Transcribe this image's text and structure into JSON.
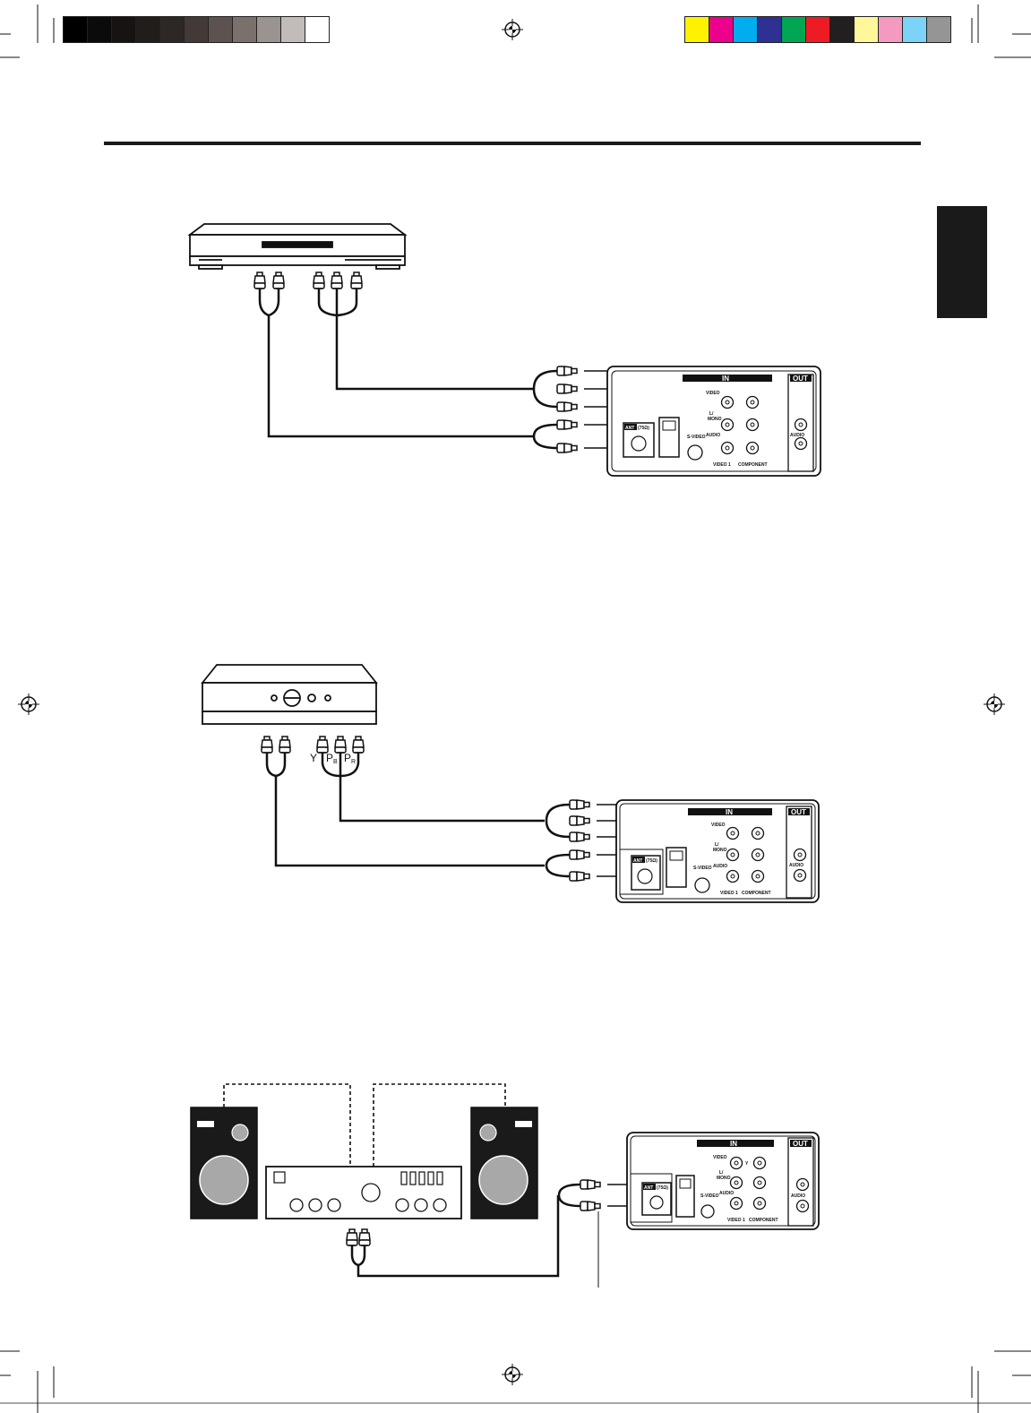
{
  "print_marks": {
    "gray_swatches": [
      "#000000",
      "#0c0b0b",
      "#161312",
      "#211d1b",
      "#2d2725",
      "#433a37",
      "#5c5350",
      "#7a716d",
      "#9b9390",
      "#c1bcb9",
      "#ffffff"
    ],
    "color_swatches": [
      "#fff200",
      "#ec008c",
      "#00aeef",
      "#2e3192",
      "#00a651",
      "#ed1c24",
      "#231f20",
      "#fff799",
      "#f49ac1",
      "#7dd3f7",
      "#959595"
    ]
  },
  "panel_labels": {
    "in": "IN",
    "out": "OUT",
    "ant": "ANT",
    "ant_sub": "(75Ω)",
    "video": "VIDEO",
    "l_mono": "L/",
    "mono": "MONO",
    "audio": "AUDIO",
    "s_video": "S-VIDEO",
    "video1": "VIDEO 1",
    "component": "COMPONENT",
    "out_audio": "AUDIO",
    "y": "Y"
  },
  "component_labels": {
    "y": "Y",
    "pb": "P",
    "pb_sub": "B",
    "pr": "P",
    "pr_sub": "R"
  }
}
